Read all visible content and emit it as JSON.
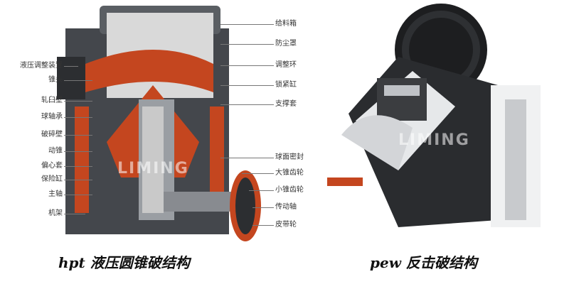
{
  "left_diagram": {
    "left_labels": [
      "液压调整装置",
      "锥头",
      "轧臼壁",
      "球轴承",
      "破碎壁",
      "动锥",
      "偏心套",
      "保险缸",
      "主轴",
      "机架"
    ],
    "right_labels": [
      "给料箱",
      "防尘罩",
      "调整环",
      "锁紧缸",
      "支撑套",
      "球面密封",
      "大锥齿轮",
      "小锥齿轮",
      "传动轴",
      "皮带轮"
    ],
    "caption": "hpt 液压圆锥破结构",
    "watermark": "LIMING"
  },
  "right_diagram": {
    "caption": "pew 反击破结构",
    "watermark": "LIMING"
  },
  "colors": {
    "accent": "#c4461f",
    "body": "#3a3d42"
  }
}
